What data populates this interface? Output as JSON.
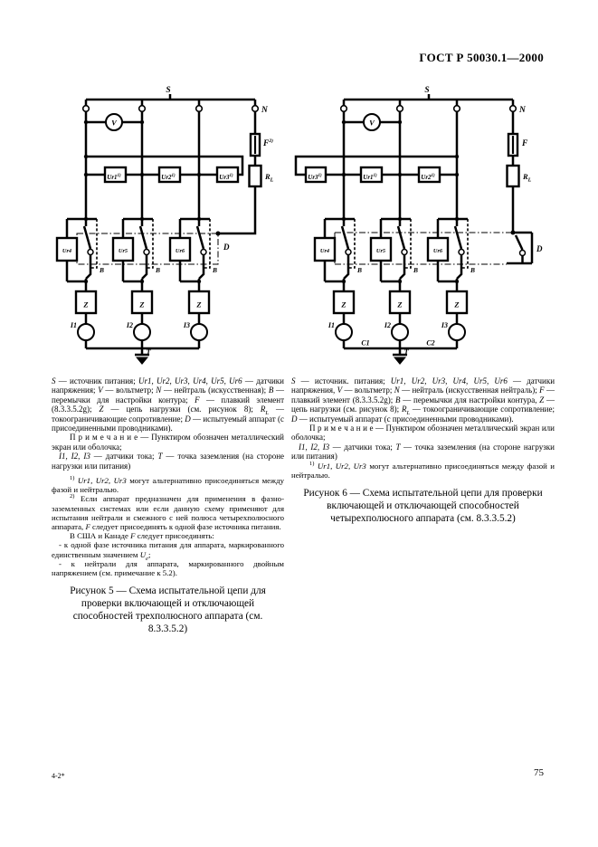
{
  "page": {
    "header": "ГОСТ Р 50030.1—2000",
    "footer_left": "4-2*",
    "page_number": "75"
  },
  "lbl": {
    "S": "S",
    "N": "N",
    "V": "V",
    "F": "F",
    "F_sup2": "2)",
    "R": "R",
    "R_sub": "L",
    "Ur1": "Ur1",
    "Ur2": "Ur2",
    "Ur3": "Ur3",
    "Ur4": "Ur4",
    "Ur5": "Ur5",
    "Ur6": "Ur6",
    "sup1": "1)",
    "B": "B",
    "D": "D",
    "Z": "Z",
    "I1": "I1",
    "I2": "I2",
    "I3": "I3",
    "T": "T",
    "C1": "C1",
    "C2": "C2"
  },
  "fig5": {
    "legend": [
      {
        "t": "S",
        "i": true
      },
      {
        "t": " — источник питания; "
      },
      {
        "t": "Ur1, Ur2, Ur3, Ur4, Ur5, Ur6",
        "i": true
      },
      {
        "t": " — датчики напряжения; "
      },
      {
        "t": "V",
        "i": true
      },
      {
        "t": " — вольтметр; "
      },
      {
        "t": "N",
        "i": true
      },
      {
        "t": " — нейтраль (искусственная); "
      },
      {
        "t": "B",
        "i": true
      },
      {
        "t": " — перемычки для настройки контура; "
      },
      {
        "t": "F",
        "i": true
      },
      {
        "t": " — плавкий элемент (8.3.3.5.2g); "
      },
      {
        "t": "Z",
        "i": true
      },
      {
        "t": " — цепь нагрузки (см. рисунок 8); "
      },
      {
        "t": "R",
        "i": true
      },
      {
        "t": "L",
        "i": true,
        "sub": true
      },
      {
        "t": " — токоограничивающие сопротивление; "
      },
      {
        "t": "D",
        "i": true
      },
      {
        "t": " — испытуемый аппарат (с присоединенными проводниками)."
      }
    ],
    "note": [
      {
        "t": "П р и м е ч а н и е — Пунктиром обозначен металлический экран или оболочка;"
      }
    ],
    "sensors_line": [
      {
        "t": "I1, I2, I3",
        "i": true
      },
      {
        "t": " — датчики тока; "
      },
      {
        "t": "T",
        "i": true
      },
      {
        "t": " — точка заземления (на стороне нагрузки или питания)"
      }
    ],
    "footnote1": [
      {
        "t": "1)",
        "sup": true
      },
      {
        "t": " "
      },
      {
        "t": "Ur1, Ur2, Ur3",
        "i": true
      },
      {
        "t": " могут альтернативно присоединяться между фазой и нейтралью."
      }
    ],
    "footnote2": [
      {
        "t": "2)",
        "sup": true
      },
      {
        "t": " Если аппарат предназначен для применения в фазно-заземленных системах или если данную схему применяют для испытания нейтрали и смежного с ней полюса четырехполюсного аппарата, "
      },
      {
        "t": "F",
        "i": true
      },
      {
        "t": " следует присоединять к одной фазе источника питания."
      }
    ],
    "usa_line": [
      {
        "t": "В США и Канаде "
      },
      {
        "t": "F",
        "i": true
      },
      {
        "t": " следует присоединять:"
      }
    ],
    "usa_item1": [
      {
        "t": "- к одной фазе источника питания для аппарата, маркированного единственным значением "
      },
      {
        "t": "U",
        "i": true
      },
      {
        "t": "e",
        "i": true,
        "sub": true
      },
      {
        "t": ";"
      }
    ],
    "usa_item2": [
      {
        "t": "- к нейтрали для аппарата, маркированного двойным напряжением (см. примечание к 5.2)."
      }
    ],
    "caption": "Рисунок 5 — Схема испытательной цепи для проверки включающей и отключающей способностей трехполюсного аппарата (см. 8.3.3.5.2)"
  },
  "fig6": {
    "legend": [
      {
        "t": "S",
        "i": true
      },
      {
        "t": " — источник. питания; "
      },
      {
        "t": "Ur1, Ur2, Ur3, Ur4, Ur5, Ur6",
        "i": true
      },
      {
        "t": " — датчики напряжения, "
      },
      {
        "t": "V",
        "i": true
      },
      {
        "t": " — вольтметр; "
      },
      {
        "t": "N",
        "i": true
      },
      {
        "t": " — нейтраль (искусственная нейтраль); "
      },
      {
        "t": "F",
        "i": true
      },
      {
        "t": " — плавкий элемент (8.3.3.5.2g); "
      },
      {
        "t": "B",
        "i": true
      },
      {
        "t": " — перемычки для настройки контура, "
      },
      {
        "t": "Z",
        "i": true
      },
      {
        "t": " — цепь нагрузки (см. рисунок 8); "
      },
      {
        "t": "R",
        "i": true
      },
      {
        "t": "L",
        "i": true,
        "sub": true
      },
      {
        "t": " — токоограничивающие сопротивление; "
      },
      {
        "t": "D",
        "i": true
      },
      {
        "t": " — испытуемый аппарат (с присоединенными проводниками)."
      }
    ],
    "note": [
      {
        "t": "П р и м е ч а н и е — Пунктиром обозначен металлический экран или оболочка;"
      }
    ],
    "sensors_line": [
      {
        "t": "I1, I2, I3",
        "i": true
      },
      {
        "t": " — датчики тока; "
      },
      {
        "t": "T",
        "i": true
      },
      {
        "t": " — точка заземления (на стороне нагрузки или питания)"
      }
    ],
    "footnote1": [
      {
        "t": "1)",
        "sup": true
      },
      {
        "t": " "
      },
      {
        "t": "Ur1, Ur2, Ur3",
        "i": true
      },
      {
        "t": " могут альтернативно присоединяться между фазой и нейтралью."
      }
    ],
    "caption": "Рисунок 6 — Схема испытательной цепи для проверки включающей и отключающей способностей четырехполюсного аппарата (см. 8.3.3.5.2)"
  }
}
